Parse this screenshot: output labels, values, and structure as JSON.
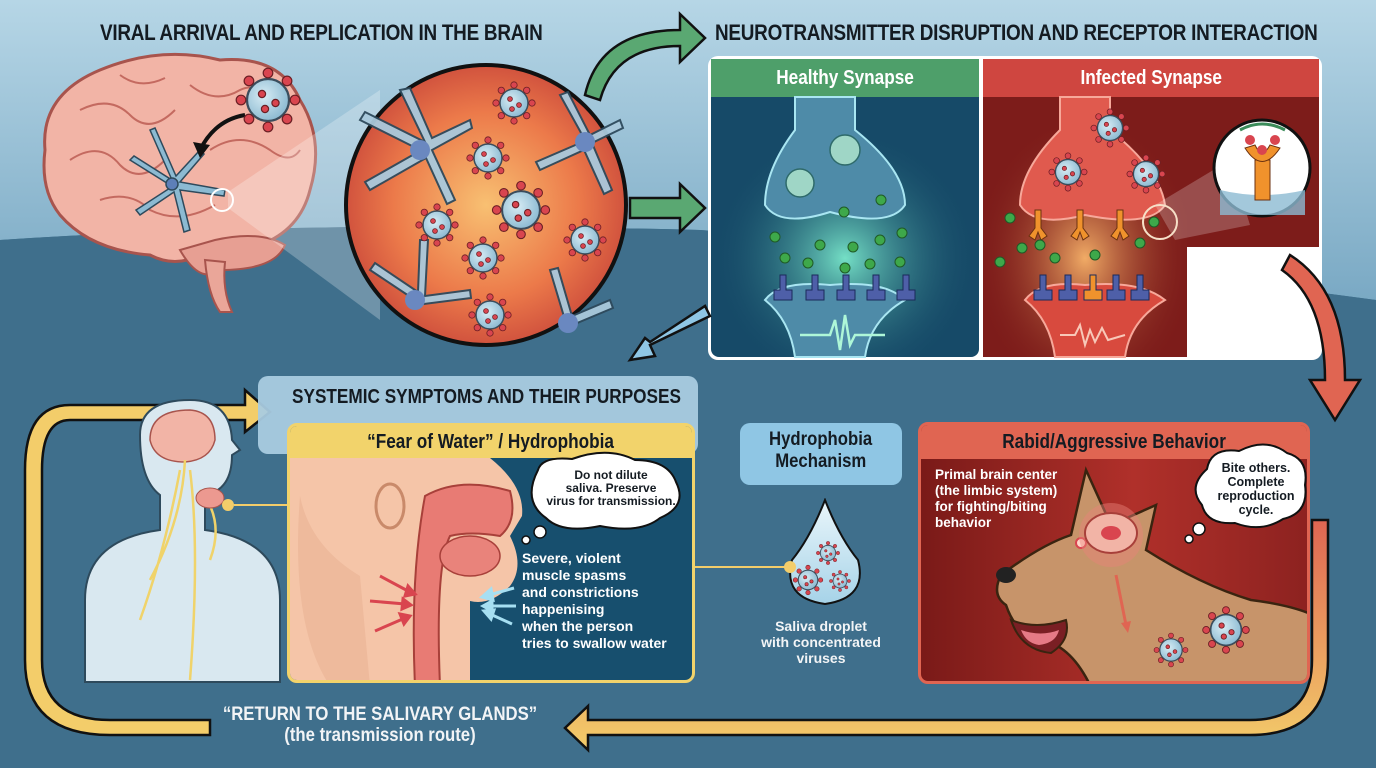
{
  "sections": {
    "viral_arrival": {
      "title": "VIRAL ARRIVAL AND REPLICATION IN THE BRAIN"
    },
    "neurotransmitter": {
      "title": "NEUROTRANSMITTER DISRUPTION AND RECEPTOR INTERACTION",
      "healthy_label": "Healthy Synapse",
      "infected_label": "Infected Synapse"
    },
    "systemic": {
      "title": "SYSTEMIC SYMPTOMS AND THEIR PURPOSES",
      "hydrophobia": {
        "title": "“Fear of Water” / Hydrophobia",
        "thought_lines": [
          "Do not dilute",
          "saliva. Preserve",
          "virus for transmission."
        ],
        "description_lines": [
          "Severe, violent",
          "muscle spasms",
          "and constrictions",
          "happenising",
          "when the person",
          "tries to swallow water"
        ]
      },
      "mechanism": {
        "title_lines": [
          "Hydrophobia",
          "Mechanism"
        ],
        "caption_lines": [
          "Saliva droplet",
          "with concentrated",
          "viruses"
        ]
      },
      "rabid": {
        "title": "Rabid/Aggressive Behavior",
        "description_lines": [
          "Primal brain center",
          "(the limbic system)",
          "for fighting/biting",
          "behavior"
        ],
        "thought_lines": [
          "Bite others.",
          "Complete",
          "reproduction",
          "cycle."
        ]
      }
    },
    "return_route": {
      "line1": "“RETURN TO THE SALIVARY GLANDS”",
      "line2": "(the transmission route)"
    }
  },
  "colors": {
    "background_light": "#a8cde0",
    "background_dark": "#3f6f8c",
    "healthy_green": "#4e9f6a",
    "infected_red": "#cf4640",
    "hydro_yellow": "#f2d36b",
    "rabid_red": "#e06552",
    "cycle_arrow_yellow": "#f3cd6a",
    "brain_pink": "#f2b4a6",
    "virus_red": "#d9454f"
  }
}
